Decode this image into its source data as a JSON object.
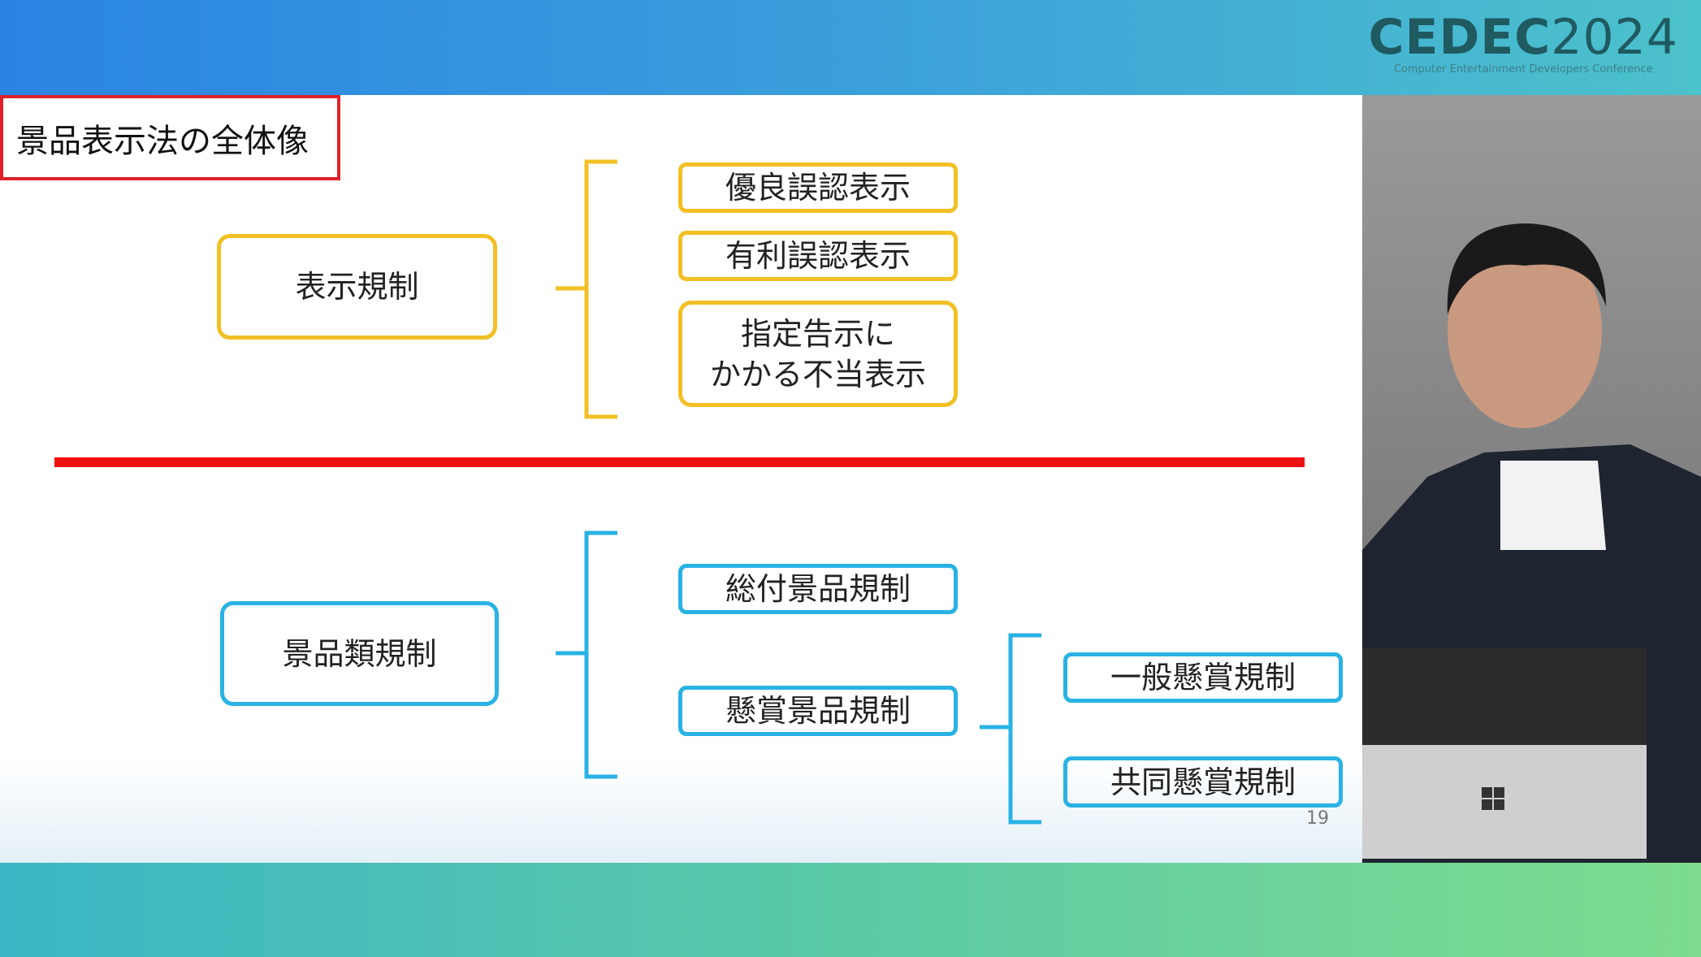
{
  "logo": {
    "main": "CEDEC",
    "year": "2024",
    "sub": "Computer Entertainment Developers Conference"
  },
  "slide": {
    "title": "景品表示法の全体像",
    "display": {
      "label": "表示規制",
      "items": [
        "優良誤認表示",
        "有利誤認表示",
        "指定告示に",
        "かかる不当表示"
      ]
    },
    "premium": {
      "label": "景品類規制",
      "items": [
        "総付景品規制",
        "懸賞景品規制"
      ],
      "sub_items": [
        "一般懸賞規制",
        "共同懸賞規制"
      ]
    },
    "page_number": "19"
  },
  "colors": {
    "yellow": "#f2c024",
    "blue": "#29b2e4",
    "red": "#ee1111"
  }
}
